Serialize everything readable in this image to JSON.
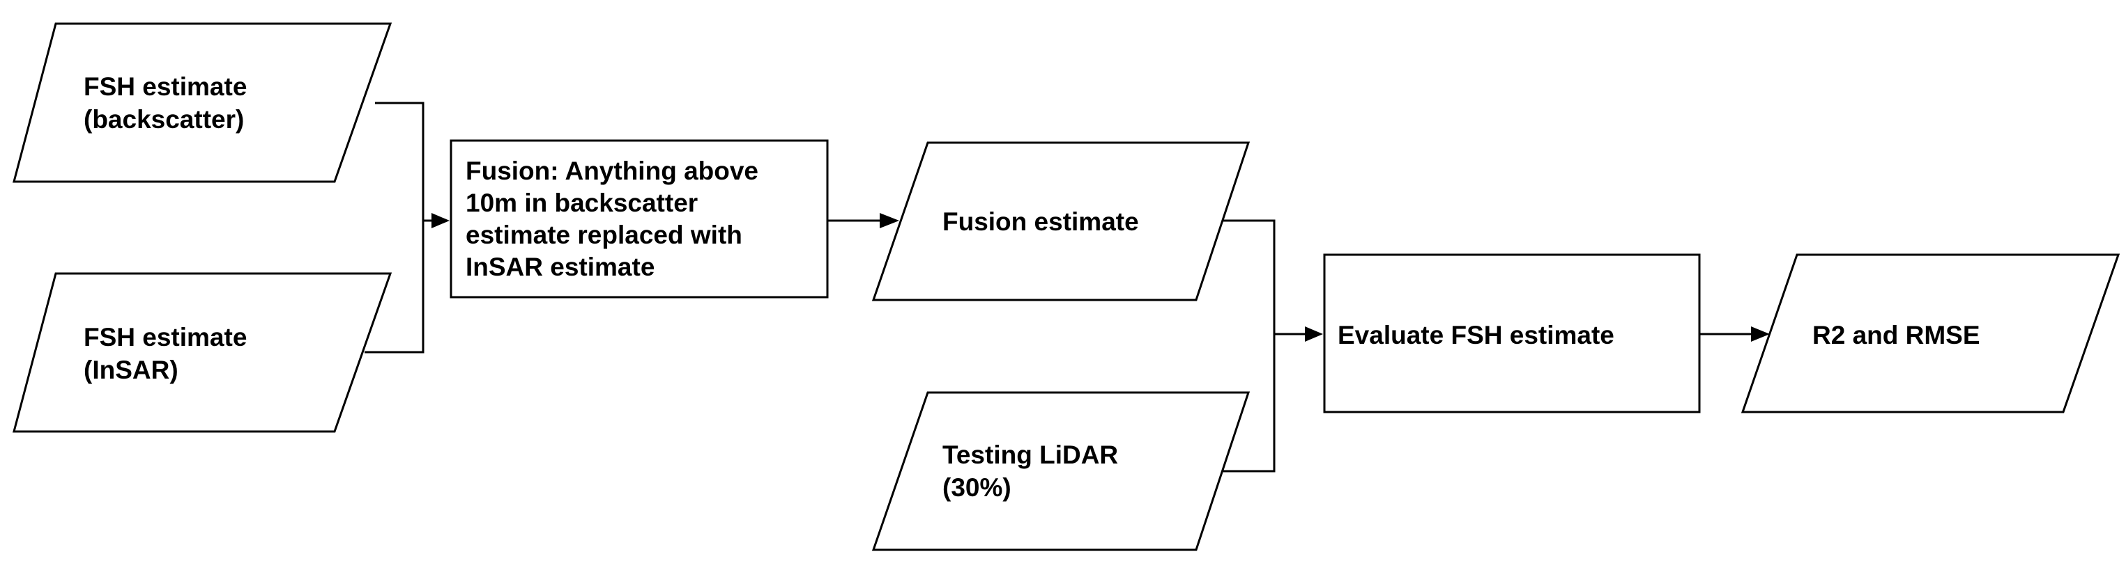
{
  "nodes": {
    "fsh_backscatter": {
      "lines": [
        "FSH estimate",
        "(backscatter)"
      ]
    },
    "fsh_insar": {
      "lines": [
        "FSH estimate",
        "(InSAR)"
      ]
    },
    "fusion_process": {
      "lines": [
        "Fusion: Anything above",
        "10m in backscatter",
        "estimate replaced with",
        "InSAR estimate"
      ]
    },
    "fusion_estimate": {
      "lines": [
        "Fusion estimate"
      ]
    },
    "testing_lidar": {
      "lines": [
        "Testing LiDAR",
        "(30%)"
      ]
    },
    "evaluate": {
      "lines": [
        "Evaluate FSH estimate"
      ]
    },
    "result": {
      "lines": [
        "R2 and RMSE"
      ]
    }
  },
  "colors": {
    "stroke": "#000000",
    "fill": "#ffffff",
    "text": "#000000"
  }
}
